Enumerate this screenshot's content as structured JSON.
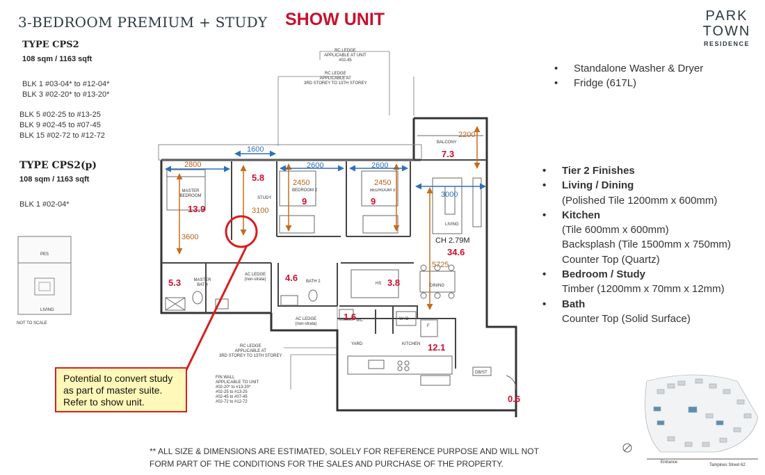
{
  "header": {
    "title": "3-BEDROOM PREMIUM + STUDY",
    "show_unit": "SHOW UNIT",
    "brand_line1": "PARK",
    "brand_line2": "TOWN",
    "brand_line3": "RESIDENCE"
  },
  "left_panel": {
    "type1": "TYPE CPS2",
    "size1": "108 sqm / 1163 sqft",
    "blk_lines_a": [
      "BLK 1 #03-04* to #12-04*",
      "BLK 3 #02-20* to #13-20*"
    ],
    "blk_lines_b": [
      "BLK 5 #02-25 to #13-25",
      "BLK 9 #02-45 to #07-45",
      "BLK 15 #02-72 to #12-72"
    ],
    "type2": "TYPE CPS2(p)",
    "size2": "108 sqm / 1163 sqft",
    "blk_line_c": "BLK 1 #02-04*",
    "keyplan_pes": "PES",
    "keyplan_living": "LIVING",
    "not_to_scale": "NOT TO SCALE"
  },
  "appliances": [
    "Standalone Washer & Dryer",
    "Fridge (617L)"
  ],
  "finishes": [
    {
      "head": "Tier 2 Finishes",
      "lines": []
    },
    {
      "head": "Living / Dining",
      "lines": [
        "(Polished Tile 1200mm x 600mm)"
      ]
    },
    {
      "head": "Kitchen",
      "lines": [
        "(Tile 600mm x 600mm)",
        "Backsplash (Tile 1500mm x 750mm)",
        "Counter Top (Quartz)"
      ]
    },
    {
      "head": "Bedroom / Study",
      "lines": [
        "Timber (1200mm x 70mm x 12mm)"
      ]
    },
    {
      "head": "Bath",
      "lines": [
        "Counter Top (Solid Surface)"
      ]
    }
  ],
  "callout": {
    "line1": "Potential to convert study",
    "line2": "as part of master suite.",
    "line3": "Refer to show unit."
  },
  "rooms": {
    "master_bedroom": "MASTER BEDROOM",
    "study": "STUDY",
    "bedroom2": "BEDROOM 2",
    "bedroom3": "BEDROOM 3",
    "living": "LIVING",
    "dining": "DINING",
    "balcony": "BALCONY",
    "master_bath": "MASTER BATH",
    "bath2": "BATH 2",
    "hs": "HS",
    "wc": "WC",
    "wd": "W+D",
    "fridge": "F",
    "yard": "YARD",
    "kitchen": "KITCHEN",
    "db_st": "DB/ST",
    "ac_ledge1": "AC LEDGE (non-strata)",
    "ac_ledge2": "AC LEDGE (non-strata)"
  },
  "areas": {
    "master": "13.9",
    "study": "5.8",
    "bed2": "9",
    "bed3": "9",
    "balcony": "7.3",
    "living": "34.6",
    "mbath": "5.3",
    "bath2": "4.6",
    "hs": "3.8",
    "wc": "1.6",
    "kitchen": "12.1",
    "dbst": "0.6"
  },
  "ceiling": "CH 2.79M",
  "dims": {
    "master_w": "2800",
    "master_h": "3600",
    "study_w": "1600",
    "study_h": "3100",
    "bed2_w": "2600",
    "bed2_h": "2450",
    "bed3_w": "2600",
    "bed3_h": "2450",
    "balcony": "2200",
    "living_w": "3000",
    "living_h": "5725"
  },
  "annotations": {
    "rc1": [
      "RC LEDGE",
      "APPLICABLE AT UNIT",
      "#02-45"
    ],
    "rc2": [
      "RC LEDGE",
      "APPLICABLE AT",
      "3RD STOREY TO 13TH STOREY"
    ],
    "rc3": [
      "RC LEDGE",
      "APPLICABLE AT",
      "3RD STOREY TO 13TH STOREY"
    ],
    "fin": [
      "FIN WALL",
      "APPLICABLE TO UNIT",
      "#02-20* to #13-20*",
      "#02-25 to #13-25",
      "#02-45 to #07-45",
      "#02-72 to #12-72"
    ]
  },
  "footer": {
    "line1": "** ALL SIZE & DIMENSIONS ARE ESTIMATED, SOLELY FOR REFERENCE PURPOSE AND WILL NOT",
    "line2": "FORM PART OF THE CONDITIONS FOR THE SALES AND PURCHASE OF THE PROPERTY."
  },
  "siteplan": {
    "entrance": "Entrance",
    "road": "Tampines Street 62"
  }
}
